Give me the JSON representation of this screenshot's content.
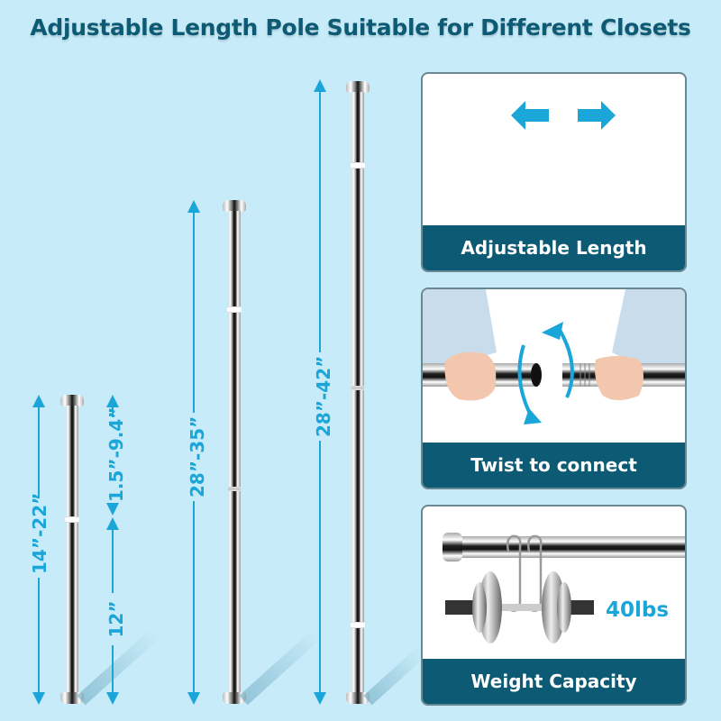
{
  "title": "Adjustable Length Pole Suitable for Different Closets",
  "measurements": {
    "small_total": "14”-22”",
    "small_extension": "1.5”-9.4”",
    "small_base": "12”",
    "medium_total": "28”-35”",
    "large_total": "28”-42”"
  },
  "panels": [
    {
      "label": "Adjustable Length",
      "icon": "left-right-arrows-icon"
    },
    {
      "label": "Twist to connect",
      "icon": "rotate-arrows-icon"
    },
    {
      "label": "Weight Capacity",
      "icon": "dumbbell-icon",
      "value": "40lbs"
    }
  ],
  "colors": {
    "background": "#c7ebf8",
    "accent": "#1aa6d8",
    "dark_teal": "#0d5a74"
  }
}
